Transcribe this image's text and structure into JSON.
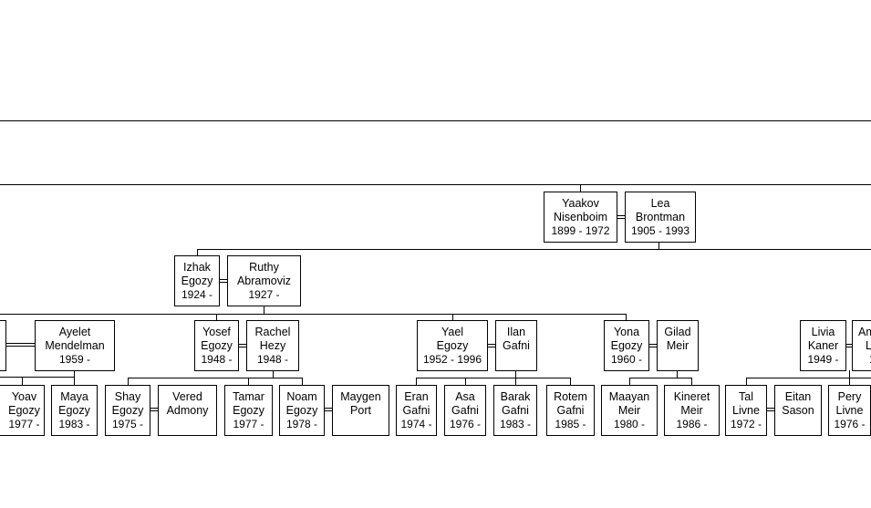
{
  "people": {
    "yaakov": {
      "first": "Yaakov",
      "last": "Nisenboim",
      "dates": "1899 - 1972"
    },
    "lea": {
      "first": "Lea",
      "last": "Brontman",
      "dates": "1905 - 1993"
    },
    "izhak": {
      "first": "Izhak",
      "last": "Egozy",
      "dates": "1924 -"
    },
    "ruthy": {
      "first": "Ruthy",
      "last": "Abramoviz",
      "dates": "1927 -"
    },
    "ayelet": {
      "first": "Ayelet",
      "last": "Mendelman",
      "dates": "1959 -"
    },
    "yosef": {
      "first": "Yosef",
      "last": "Egozy",
      "dates": "1948 -"
    },
    "rachel": {
      "first": "Rachel",
      "last": "Hezy",
      "dates": "1948 -"
    },
    "yael": {
      "first": "Yael",
      "last": "Egozy",
      "dates": "1952 - 1996"
    },
    "ilan": {
      "first": "Ilan",
      "last": "Gafni",
      "dates": ""
    },
    "yona": {
      "first": "Yona",
      "last": "Egozy",
      "dates": "1960 -"
    },
    "gilad": {
      "first": "Gilad",
      "last": "Meir",
      "dates": ""
    },
    "livia": {
      "first": "Livia",
      "last": "Kaner",
      "dates": "1949 -"
    },
    "am": {
      "first": "Am",
      "last": "L",
      "dates": "1"
    },
    "yoav": {
      "first": "Yoav",
      "last": "Egozy",
      "dates": "1977 -"
    },
    "maya": {
      "first": "Maya",
      "last": "Egozy",
      "dates": "1983 -"
    },
    "shay": {
      "first": "Shay",
      "last": "Egozy",
      "dates": "1975 -"
    },
    "vered": {
      "first": "Vered",
      "last": "Admony",
      "dates": ""
    },
    "tamar": {
      "first": "Tamar",
      "last": "Egozy",
      "dates": "1977 -"
    },
    "noam": {
      "first": "Noam",
      "last": "Egozy",
      "dates": "1978 -"
    },
    "maygen": {
      "first": "Maygen",
      "last": "Port",
      "dates": ""
    },
    "eran": {
      "first": "Eran",
      "last": "Gafni",
      "dates": "1974 -"
    },
    "asa": {
      "first": "Asa",
      "last": "Gafni",
      "dates": "1976 -"
    },
    "barak": {
      "first": "Barak",
      "last": "Gafni",
      "dates": "1983 -"
    },
    "rotem": {
      "first": "Rotem",
      "last": "Gafni",
      "dates": "1985 -"
    },
    "maayan": {
      "first": "Maayan",
      "last": "Meir",
      "dates": "1980 -"
    },
    "kineret": {
      "first": "Kineret",
      "last": "Meir",
      "dates": "1986 -"
    },
    "tal": {
      "first": "Tal",
      "last": "Livne",
      "dates": "1972 -"
    },
    "eitan": {
      "first": "Eitan",
      "last": "Sason",
      "dates": ""
    },
    "pery": {
      "first": "Pery",
      "last": "Livne",
      "dates": "1976 -"
    }
  }
}
